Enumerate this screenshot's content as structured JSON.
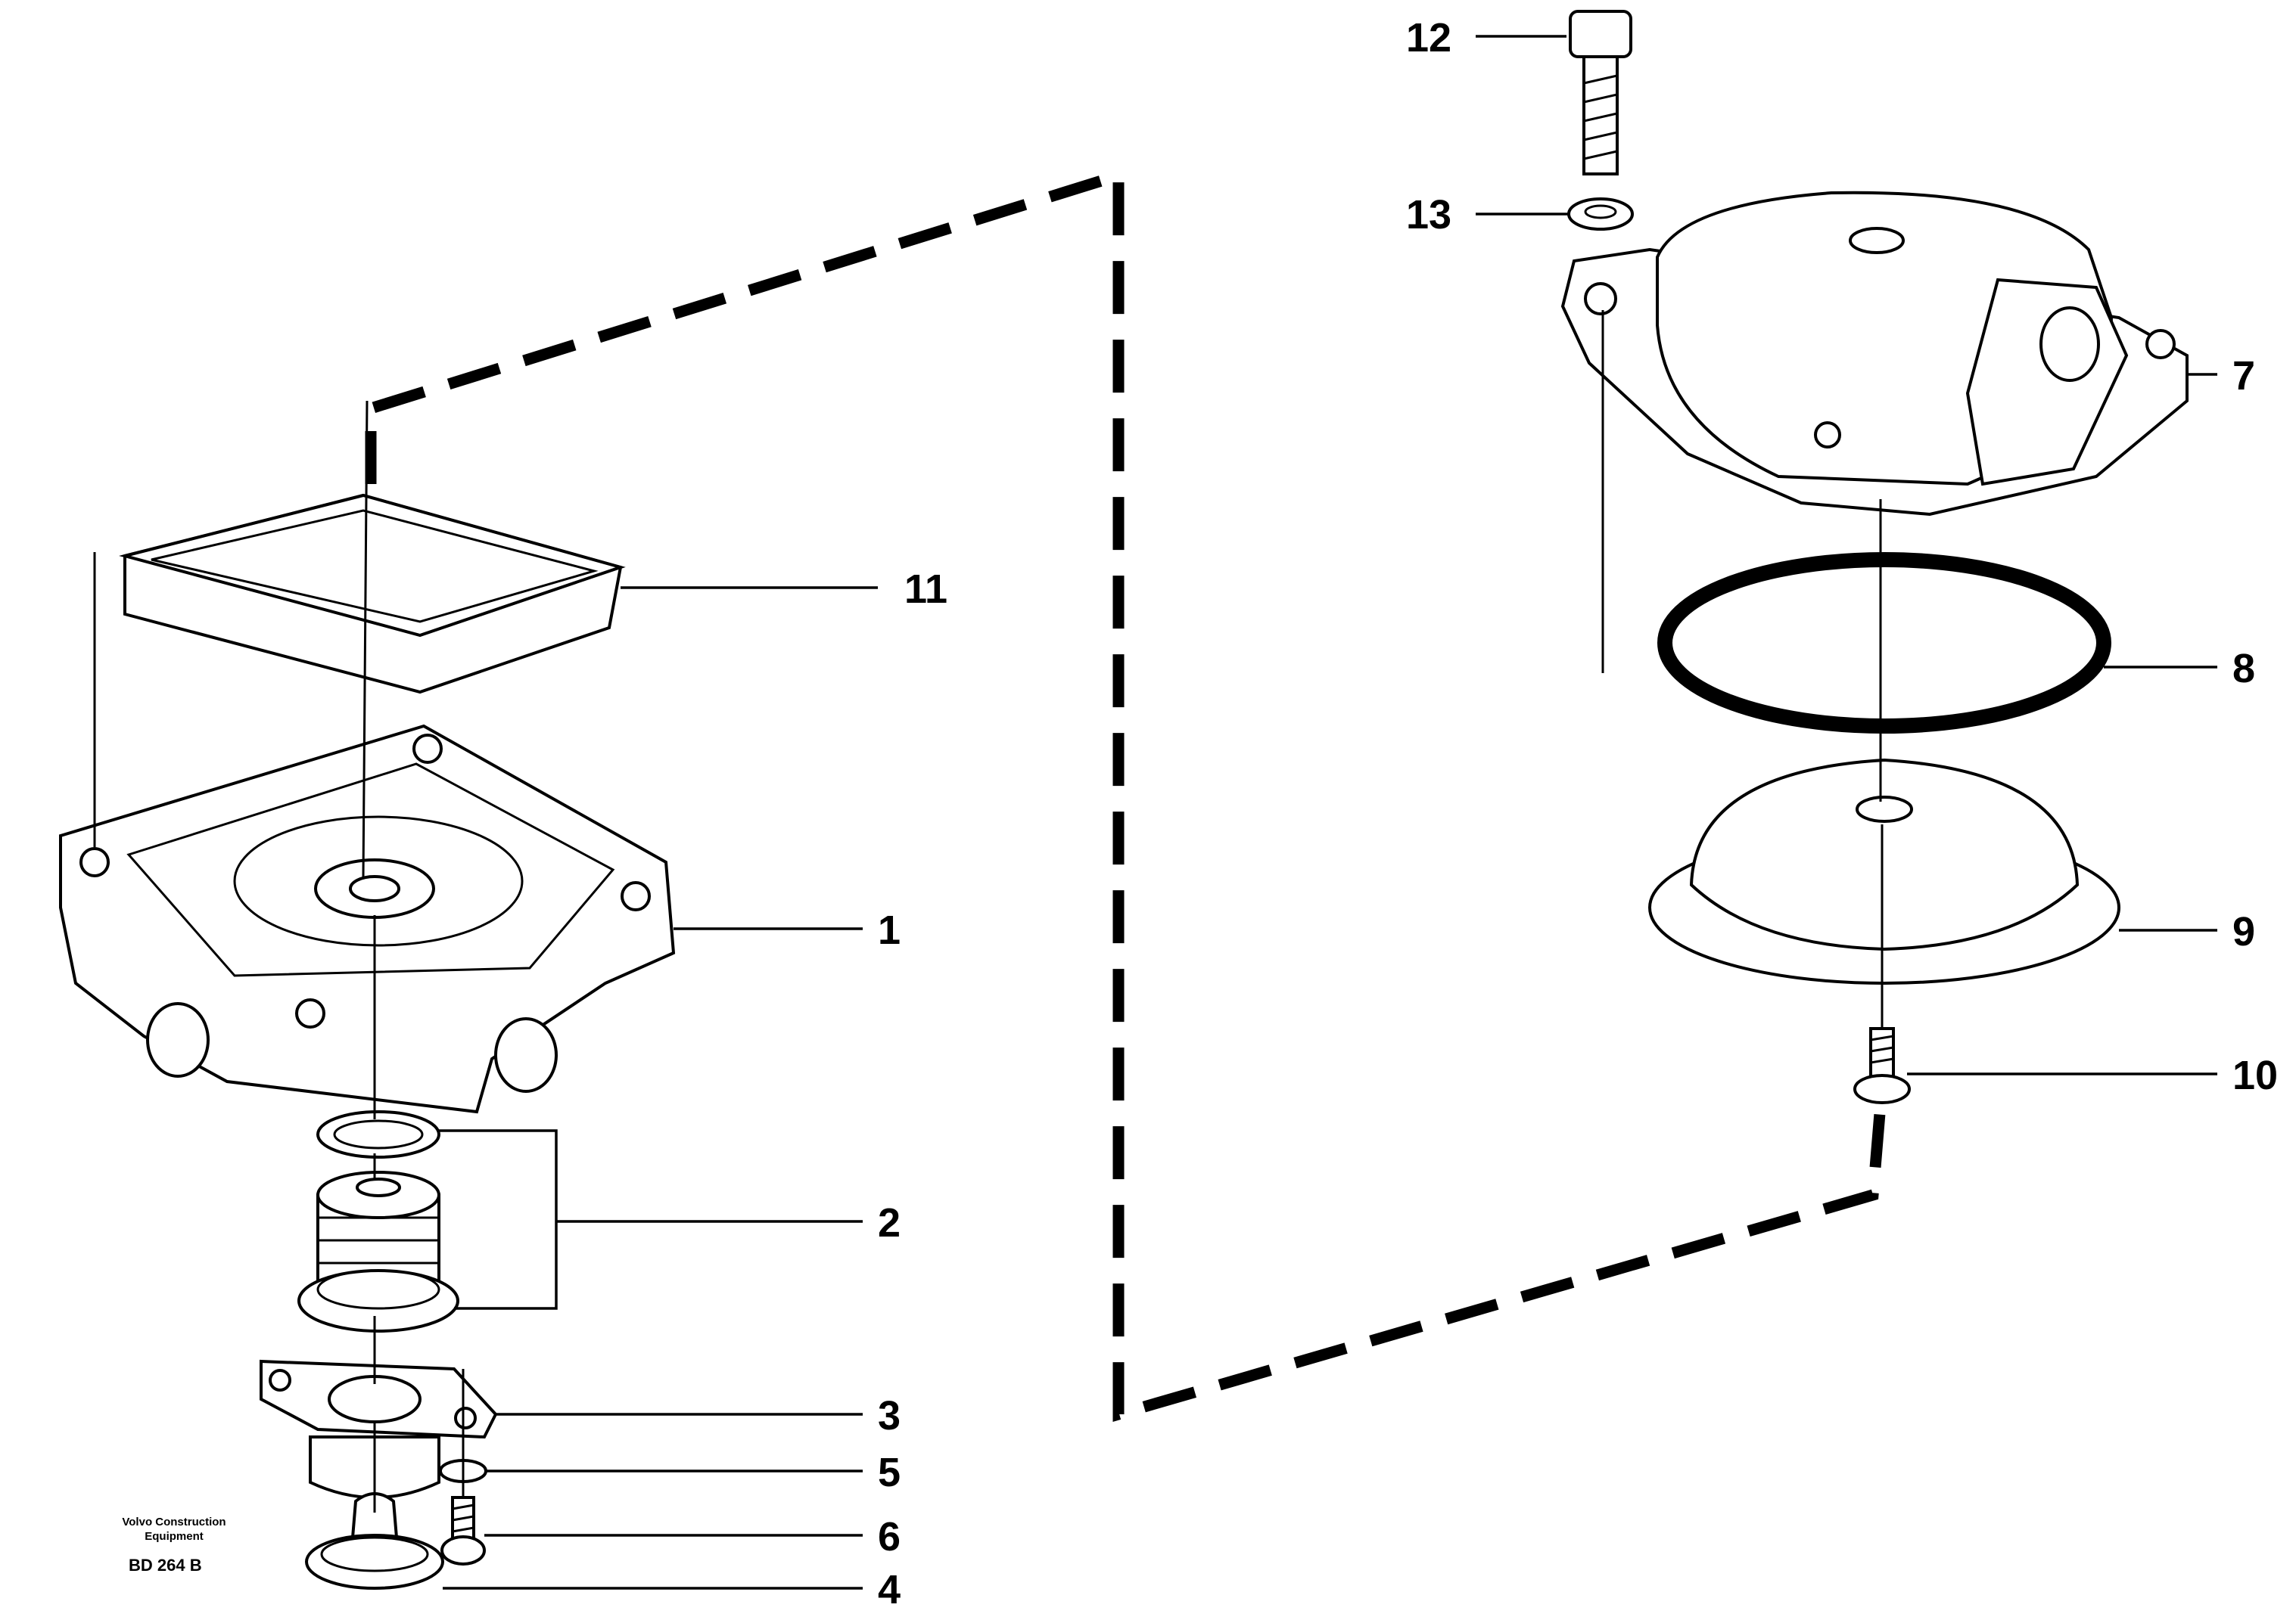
{
  "callouts": [
    {
      "id": "12",
      "label": "12"
    },
    {
      "id": "13",
      "label": "13"
    },
    {
      "id": "11",
      "label": "11"
    },
    {
      "id": "7",
      "label": "7"
    },
    {
      "id": "8",
      "label": "8"
    },
    {
      "id": "1",
      "label": "1"
    },
    {
      "id": "9",
      "label": "9"
    },
    {
      "id": "10",
      "label": "10"
    },
    {
      "id": "2",
      "label": "2"
    },
    {
      "id": "3",
      "label": "3"
    },
    {
      "id": "5",
      "label": "5"
    },
    {
      "id": "6",
      "label": "6"
    },
    {
      "id": "4",
      "label": "4"
    }
  ],
  "footer": {
    "company_line1": "Volvo Construction",
    "company_line2": "Equipment",
    "drawing_code": "BD 264 B"
  }
}
